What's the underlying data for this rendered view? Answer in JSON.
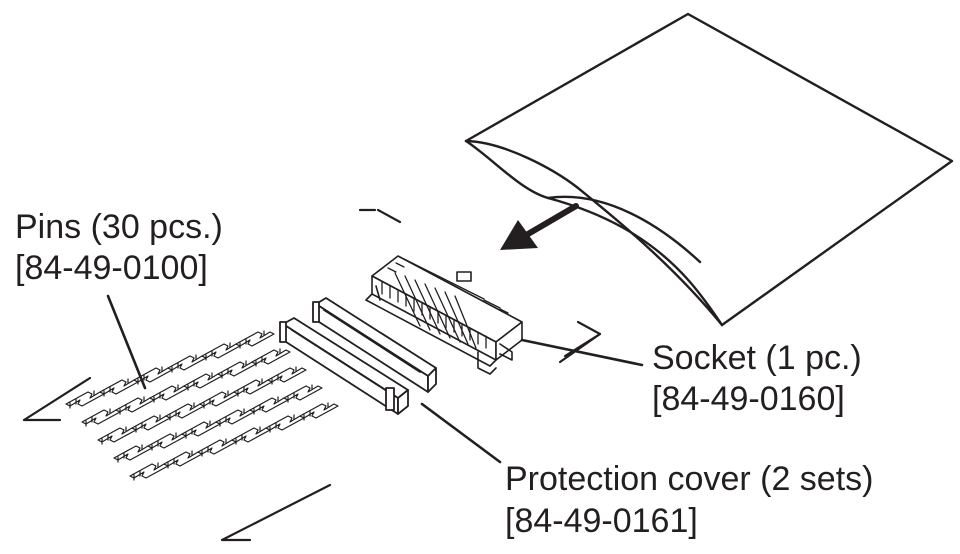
{
  "colors": {
    "ink": "#231f20",
    "paper": "#ffffff"
  },
  "parts": {
    "pins": {
      "name": "Pins (30 pcs.)",
      "part_number": "[84-49-0100]"
    },
    "socket": {
      "name": "Socket (1 pc.)",
      "part_number": "[84-49-0160]"
    },
    "cover": {
      "name": "Protection cover (2 sets)",
      "part_number": "[84-49-0161]"
    }
  },
  "icons": [
    "bag-icon",
    "arrow-icon",
    "socket-icon",
    "protection-cover-icon",
    "pin-icon"
  ]
}
